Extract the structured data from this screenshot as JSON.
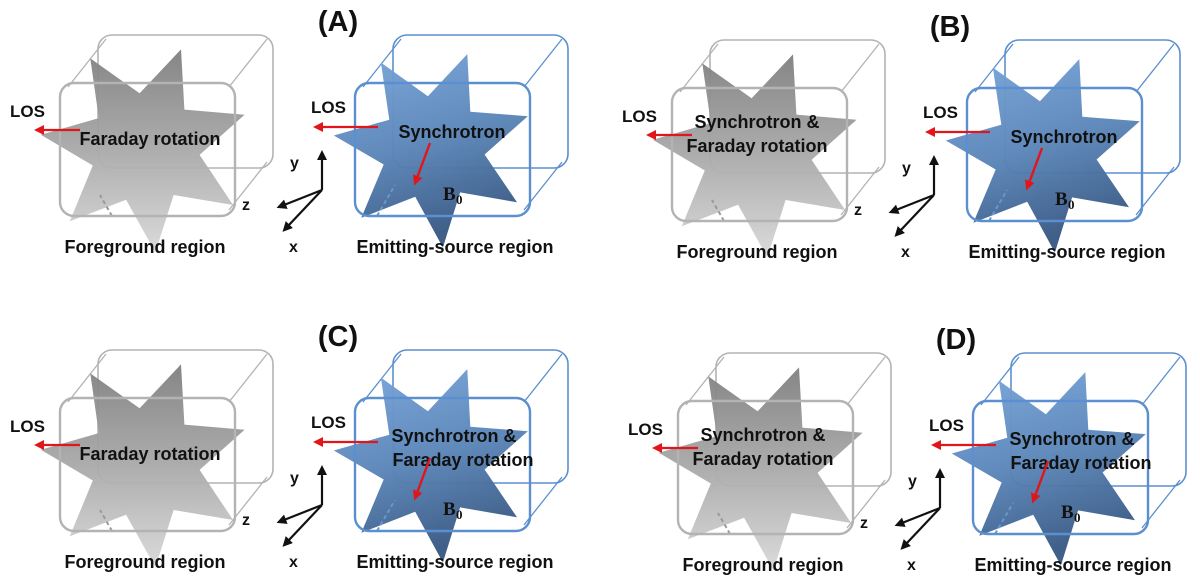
{
  "panels": [
    {
      "title": "(A)",
      "foreground": {
        "label": "Foreground region",
        "lines": [
          "Faraday rotation"
        ],
        "los": "LOS"
      },
      "source": {
        "label": "Emitting-source region",
        "lines": [
          "Synchrotron"
        ],
        "los": "LOS",
        "field": "B",
        "field_sub": "0"
      },
      "axes": {
        "x": "x",
        "y": "y",
        "z": "z"
      }
    },
    {
      "title": "(B)",
      "foreground": {
        "label": "Foreground region",
        "lines": [
          "Synchrotron &",
          "Faraday rotation"
        ],
        "los": "LOS"
      },
      "source": {
        "label": "Emitting-source region",
        "lines": [
          "Synchrotron"
        ],
        "los": "LOS",
        "field": "B",
        "field_sub": "0"
      },
      "axes": {
        "x": "x",
        "y": "y",
        "z": "z"
      }
    },
    {
      "title": "(C)",
      "foreground": {
        "label": "Foreground region",
        "lines": [
          "Faraday rotation"
        ],
        "los": "LOS"
      },
      "source": {
        "label": "Emitting-source region",
        "lines": [
          "Synchrotron &",
          "Faraday rotation"
        ],
        "los": "LOS",
        "field": "B",
        "field_sub": "0"
      },
      "axes": {
        "x": "x",
        "y": "y",
        "z": "z"
      }
    },
    {
      "title": "(D)",
      "foreground": {
        "label": "Foreground region",
        "lines": [
          "Synchrotron &",
          "Faraday rotation"
        ],
        "los": "LOS"
      },
      "source": {
        "label": "Emitting-source region",
        "lines": [
          "Synchrotron &",
          "Faraday rotation"
        ],
        "los": "LOS",
        "field": "B",
        "field_sub": "0"
      },
      "axes": {
        "x": "x",
        "y": "y",
        "z": "z"
      }
    }
  ],
  "colors": {
    "foreground_box": "#b3b3b3",
    "source_box": "#5b8fd0",
    "los_arrow": "#e0161b",
    "axis": "#111111"
  }
}
